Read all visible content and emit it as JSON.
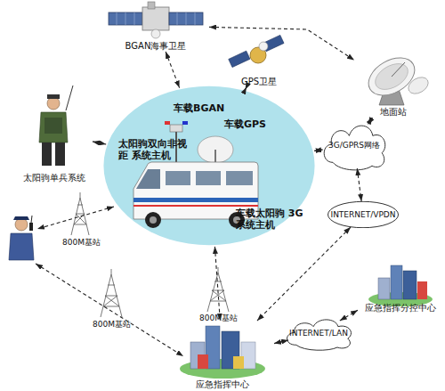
{
  "diagram": {
    "nodes": [
      {
        "text": [
          "BGAN海事卫星"
        ]
      },
      {
        "text": [
          "GPS卫星"
        ]
      },
      {
        "text": [
          "地面站"
        ]
      },
      {
        "text": [
          "太阳驹单兵系统"
        ]
      },
      {
        "text": [
          "车载BGAN",
          "太阳驹双向非视距 系统主机",
          "车载GPS",
          "车载太阳驹 3G系统主机"
        ]
      },
      {
        "text": [
          "3G/GPRS网络"
        ]
      },
      {
        "text": [
          "INTERNET/VPDN"
        ]
      },
      {
        "text": [
          "应急指挥分控中心"
        ]
      },
      {
        "text": [
          "INTERNET/LAN"
        ]
      },
      {
        "text": [
          "应急指挥中心"
        ]
      }
    ],
    "edges": [
      {
        "from": 0,
        "to": 4,
        "arrow": "both"
      },
      {
        "from": 0,
        "to": 2,
        "arrow": "both"
      },
      {
        "from": 1,
        "to": 4,
        "arrow": "both"
      },
      {
        "from": 3,
        "to": 4,
        "arrow": "both"
      },
      {
        "from": 4,
        "to": 5,
        "arrow": "both"
      },
      {
        "from": 2,
        "to": 5,
        "arrow": "both"
      },
      {
        "from": 5,
        "to": 6,
        "arrow": "both"
      },
      {
        "from": 6,
        "to": 9,
        "arrow": "both"
      },
      {
        "from": 4,
        "to": 9,
        "arrow": "both"
      },
      {
        "from": 9,
        "to": 8,
        "arrow": "both"
      },
      {
        "from": 8,
        "to": 7,
        "arrow": "both"
      }
    ],
    "labels": [
      "800M基站",
      "800M基站",
      "800M基站"
    ]
  }
}
